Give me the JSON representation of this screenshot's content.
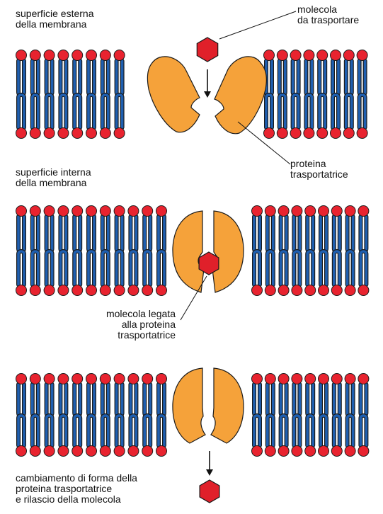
{
  "labels": {
    "outer_surface": [
      "superficie esterna",
      "della membrana"
    ],
    "molecule_to_transport": [
      "molecola",
      "da trasportare"
    ],
    "transport_protein": [
      "proteina",
      "trasportatrice"
    ],
    "inner_surface": [
      "superficie interna",
      "della membrana"
    ],
    "bound_molecule": [
      "molecola legata",
      "alla proteina",
      "trasportatrice"
    ],
    "shape_change": [
      "cambiamento di forma della",
      "proteina trasportatrice",
      "e rilascio della molecola"
    ]
  },
  "colors": {
    "phospholipid_head": "#e8232f",
    "phospholipid_tail": "#1f5fb0",
    "protein": "#f5a23a",
    "molecule": "#e0202a",
    "outline": "#1a1a1a"
  },
  "stages": [
    "open-outside",
    "molecule-bound",
    "open-inside-release"
  ]
}
